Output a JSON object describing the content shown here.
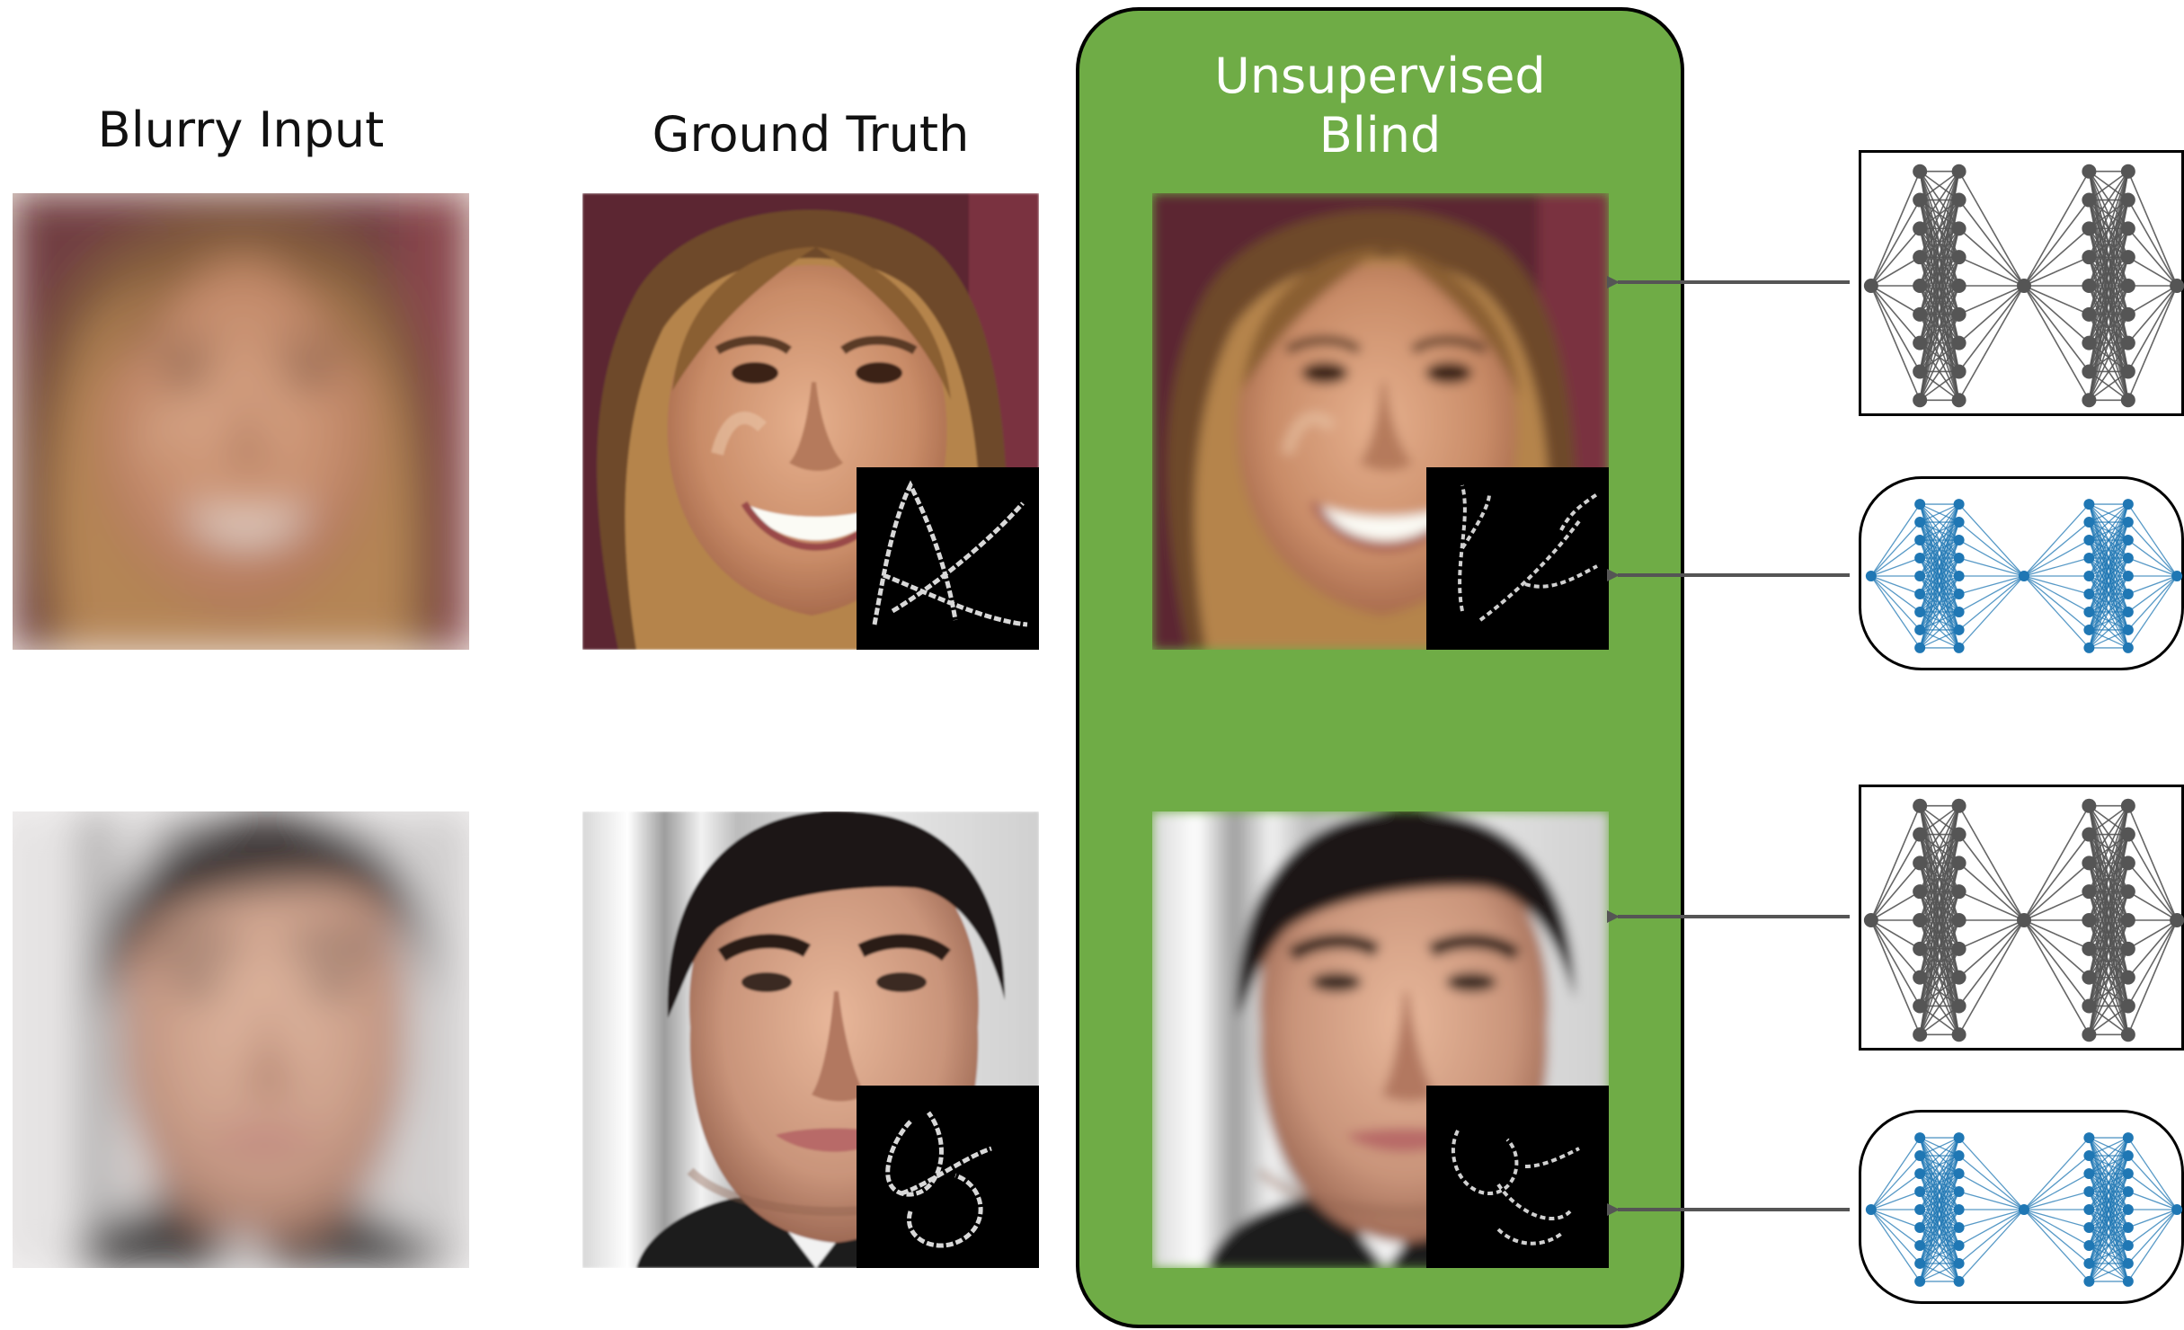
{
  "columns": {
    "blurry_input": {
      "title": "Blurry Input"
    },
    "ground_truth": {
      "title": "Ground Truth"
    },
    "unsupervised_blind": {
      "title_line1": "Unsupervised",
      "title_line2": "Blind"
    }
  },
  "colors": {
    "panel_green": "#6fac46",
    "network_gray": "#555555",
    "network_blue": "#1f77b4",
    "arrow_gray": "#555555"
  },
  "networks": [
    {
      "name": "gray-network",
      "style": "square-box"
    },
    {
      "name": "blue-network",
      "style": "rounded-box"
    },
    {
      "name": "gray-network",
      "style": "square-box"
    },
    {
      "name": "blue-network",
      "style": "rounded-box"
    }
  ]
}
